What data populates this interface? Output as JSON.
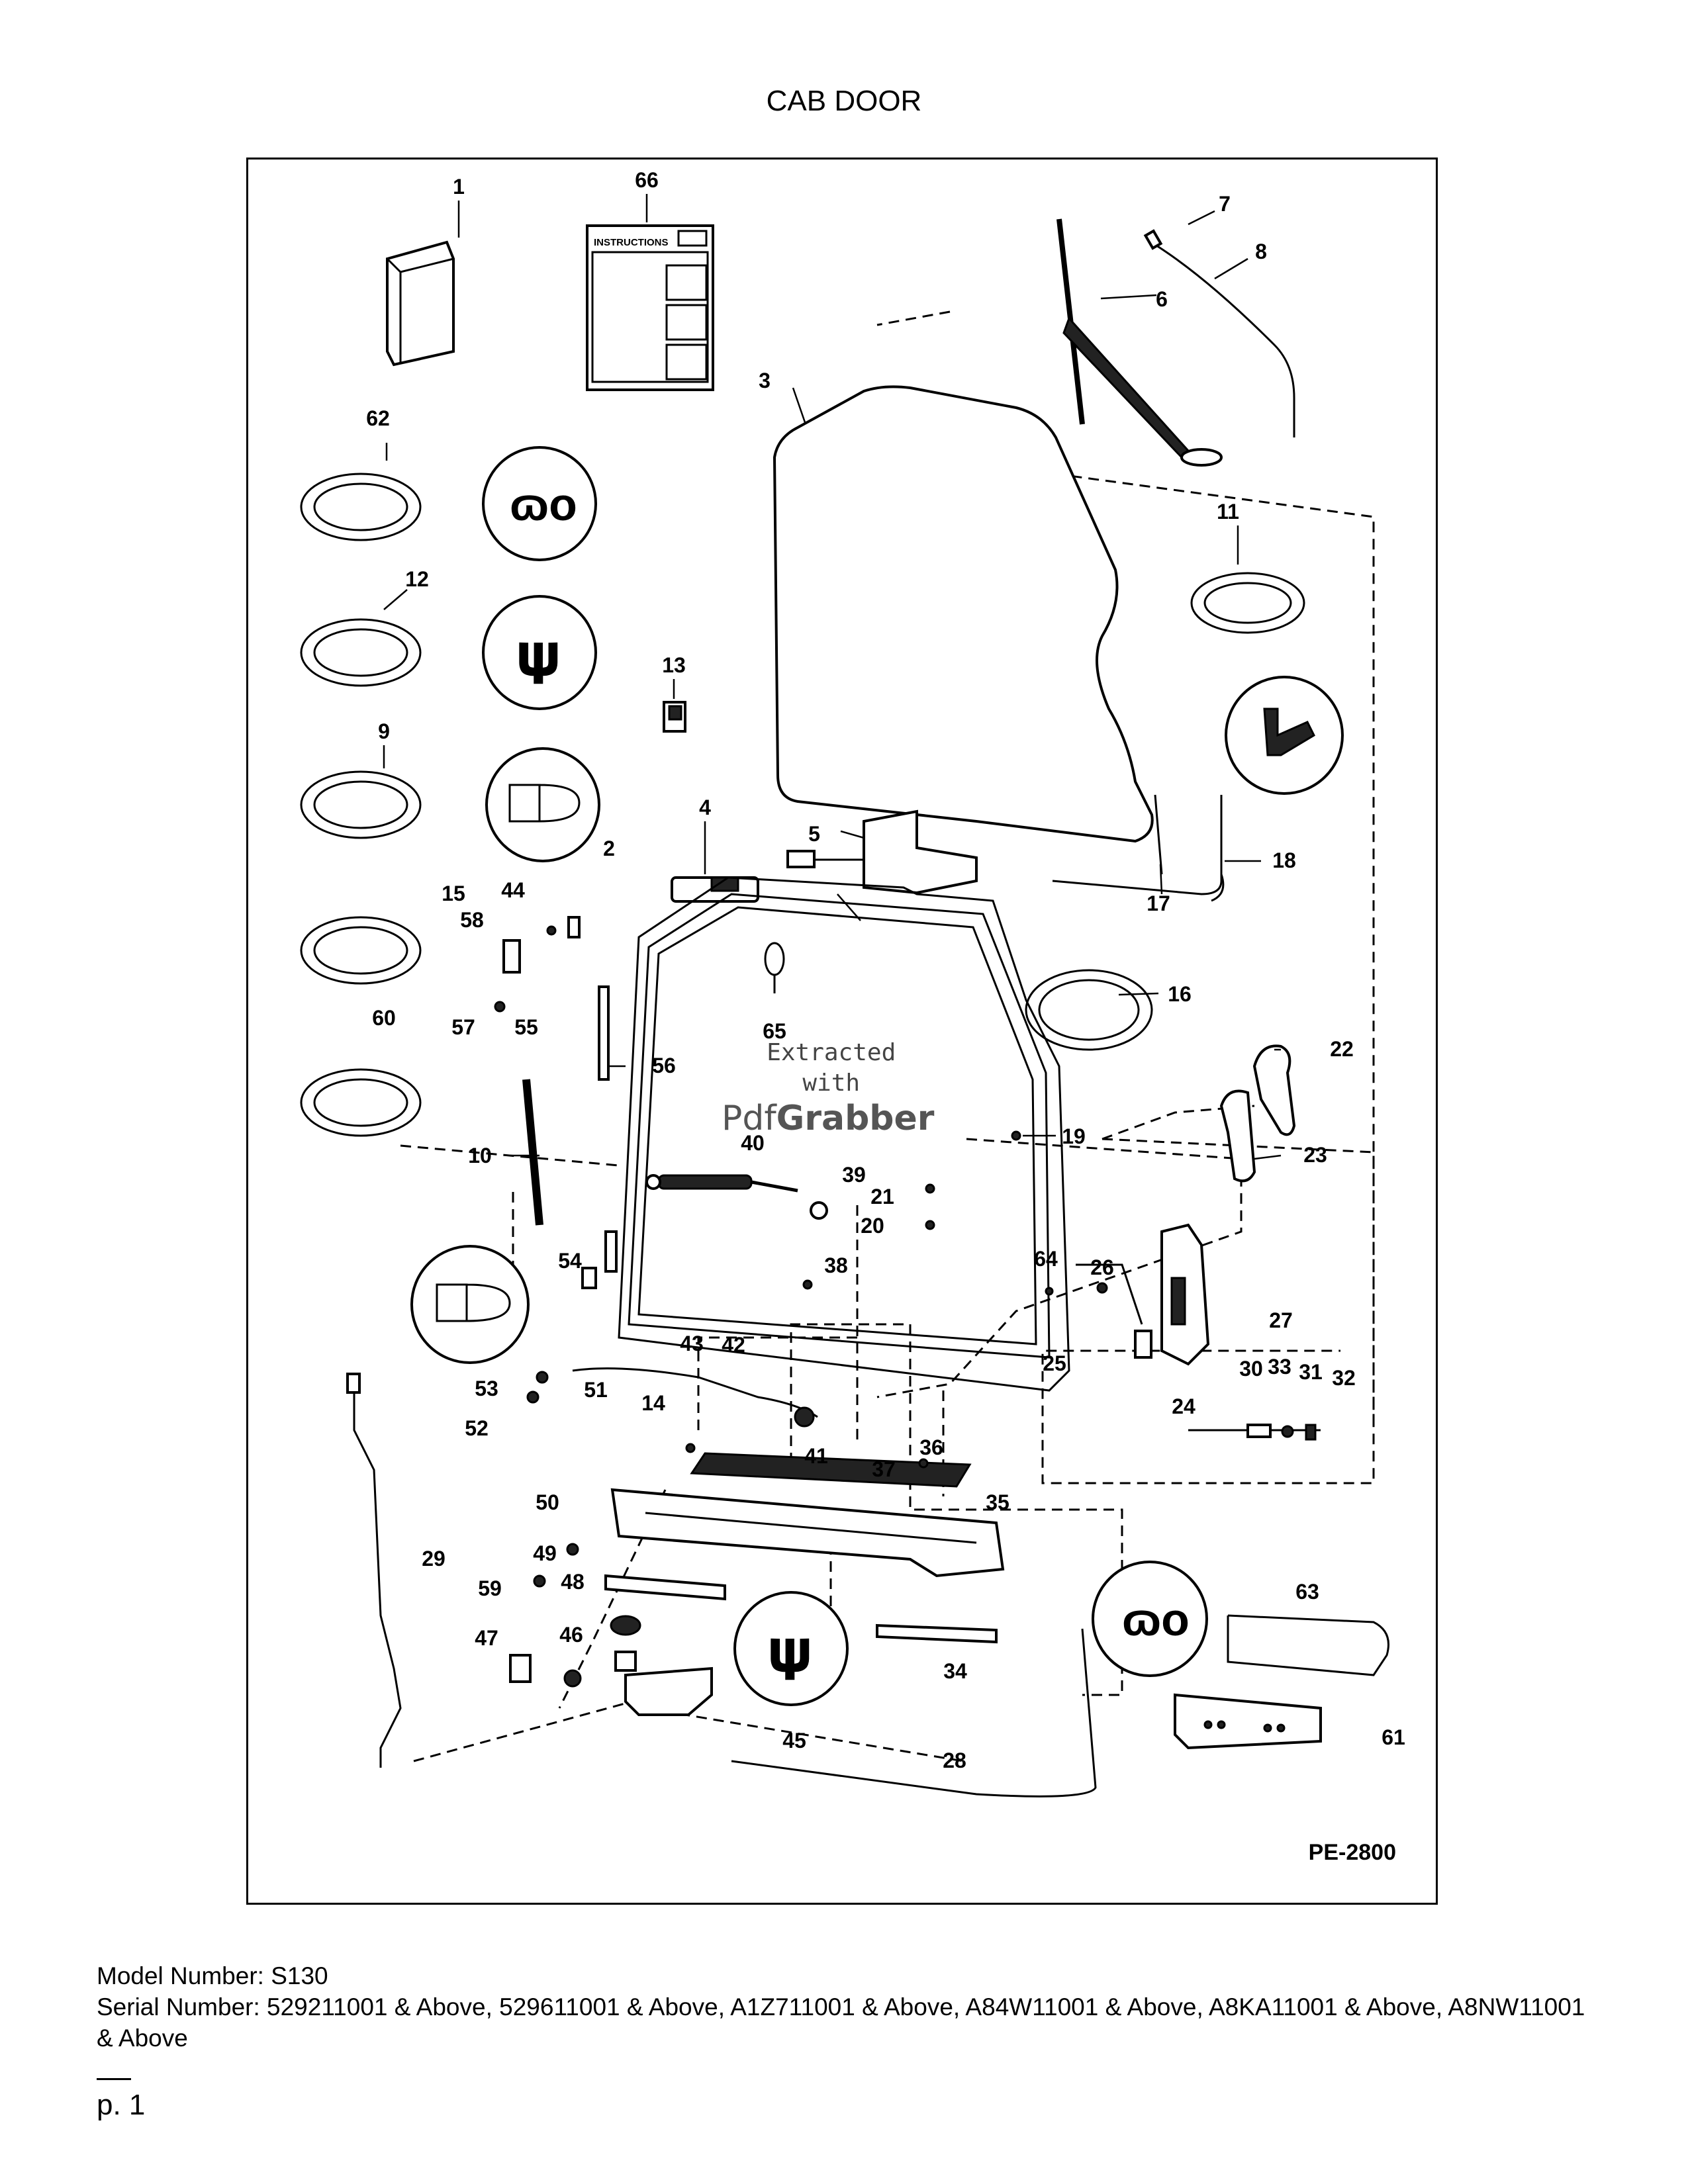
{
  "title": "CAB DOOR",
  "drawing_id": "PE-2800",
  "instructions_label": "INSTRUCTIONS",
  "watermark": {
    "line1": "Extracted",
    "line2": "with",
    "brand_plain": "Pdf",
    "brand_bold": "Grabber"
  },
  "callouts": [
    "1",
    "2",
    "3",
    "4",
    "5",
    "6",
    "7",
    "8",
    "9",
    "10",
    "11",
    "12",
    "13",
    "14",
    "15",
    "16",
    "17",
    "18",
    "19",
    "20",
    "21",
    "22",
    "23",
    "24",
    "25",
    "26",
    "27",
    "28",
    "29",
    "30",
    "31",
    "32",
    "33",
    "34",
    "35",
    "36",
    "37",
    "38",
    "39",
    "40",
    "41",
    "42",
    "43",
    "44",
    "45",
    "46",
    "47",
    "48",
    "49",
    "50",
    "51",
    "52",
    "53",
    "54",
    "55",
    "56",
    "57",
    "58",
    "59",
    "60",
    "61",
    "62",
    "63",
    "64",
    "65",
    "66"
  ],
  "footer": {
    "model": "Model Number: S130",
    "serial": "Serial Number: 529211001 & Above, 529611001 & Above, A1Z711001 & Above, A84W11001 & Above, A8KA11001 & Above, A8NW11001 & Above"
  },
  "page": "p. 1"
}
